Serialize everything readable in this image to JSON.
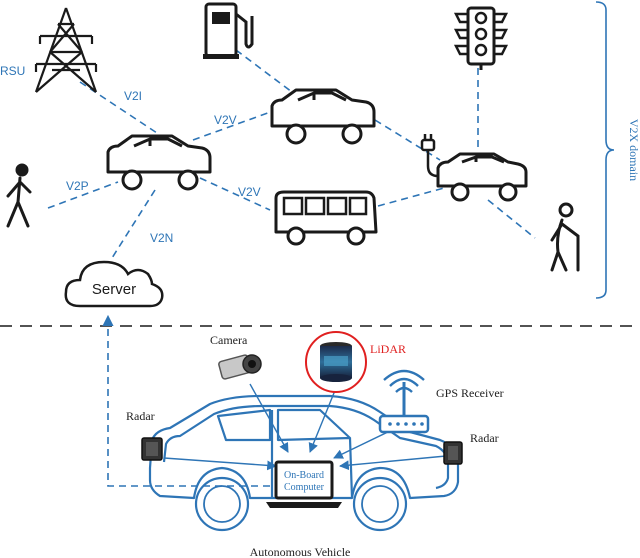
{
  "labels": {
    "rsu": "RSU",
    "v2i": "V2I",
    "v2v_top": "V2V",
    "v2v_bottom": "V2V",
    "v2p": "V2P",
    "v2n": "V2N",
    "server": "Server",
    "v2x_domain": "V2X domain",
    "camera": "Camera",
    "lidar": "LiDAR",
    "gps": "GPS Receiver",
    "radar_left": "Radar",
    "radar_right": "Radar",
    "obc_line1": "On-Board",
    "obc_line2": "Computer",
    "vehicle": "Autonomous Vehicle"
  },
  "colors": {
    "link_blue": "#2e75b6",
    "lidar_red": "#e02020",
    "icon_black": "#1a1a1a"
  },
  "icons": [
    "transmission-tower-icon",
    "fuel-pump-icon",
    "traffic-light-icon",
    "car-icon",
    "bus-icon",
    "electric-car-icon",
    "pedestrian-icon",
    "elderly-pedestrian-icon",
    "cloud-icon",
    "camera-icon",
    "lidar-icon",
    "router-icon",
    "radar-icon",
    "laptop-icon"
  ]
}
